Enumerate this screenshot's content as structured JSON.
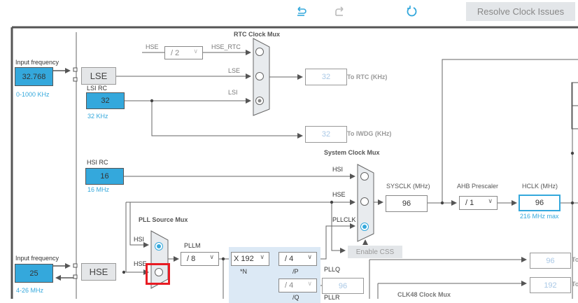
{
  "toolbar": {
    "undo_icon": "undo-icon",
    "redo_icon": "redo-icon",
    "refresh_icon": "refresh-icon",
    "resolve_label": "Resolve Clock Issues",
    "accent": "#34a8dc"
  },
  "lse": {
    "input_label": "Input frequency",
    "input_value": "32.768",
    "range": "0-1000 KHz",
    "source_label": "LSE"
  },
  "lsi": {
    "label": "LSI RC",
    "value": "32",
    "range": "32 KHz"
  },
  "rtc_mux": {
    "title": "RTC Clock Mux",
    "hse_label": "HSE",
    "hse_div": "/ 2",
    "hse_rtc_label": "HSE_RTC",
    "lse_label": "LSE",
    "lsi_label": "LSI",
    "selected": "LSI"
  },
  "rtc_out": {
    "value": "32",
    "label": "To RTC (KHz)"
  },
  "iwdg_out": {
    "value": "32",
    "label": "To IWDG (KHz)"
  },
  "hsi": {
    "label": "HSI RC",
    "value": "16",
    "range": "16 MHz"
  },
  "sys_mux": {
    "title": "System Clock Mux",
    "hsi_label": "HSI",
    "hse_label": "HSE",
    "pll_label": "PLLCLK",
    "selected": "PLLCLK"
  },
  "sysclk": {
    "label": "SYSCLK (MHz)",
    "value": "96"
  },
  "ahb": {
    "label": "AHB Prescaler",
    "value": "/ 1"
  },
  "hclk": {
    "label": "HCLK (MHz)",
    "value": "96",
    "max": "216 MHz max"
  },
  "css": {
    "label": "Enable CSS"
  },
  "pll_mux": {
    "title": "PLL Source Mux",
    "hsi_label": "HSI",
    "hse_label": "HSE",
    "selected": "HSI"
  },
  "hse": {
    "input_label": "Input frequency",
    "input_value": "25",
    "range": "4-26 MHz",
    "source_label": "HSE"
  },
  "pllm": {
    "label": "PLLM",
    "value": "/ 8"
  },
  "plln": {
    "value": "X 192",
    "label": "*N"
  },
  "pllp": {
    "value": "/ 4",
    "label": "/P"
  },
  "pllq": {
    "value": "/ 4",
    "label": "/Q",
    "out_label": "PLLQ",
    "out_value": "96"
  },
  "pllr": {
    "label": "PLLR"
  },
  "right_outputs": [
    {
      "value": "96",
      "label": "To"
    },
    {
      "value": "192",
      "label": "To"
    }
  ],
  "clk48": {
    "title": "CLK48 Clock Mux"
  }
}
